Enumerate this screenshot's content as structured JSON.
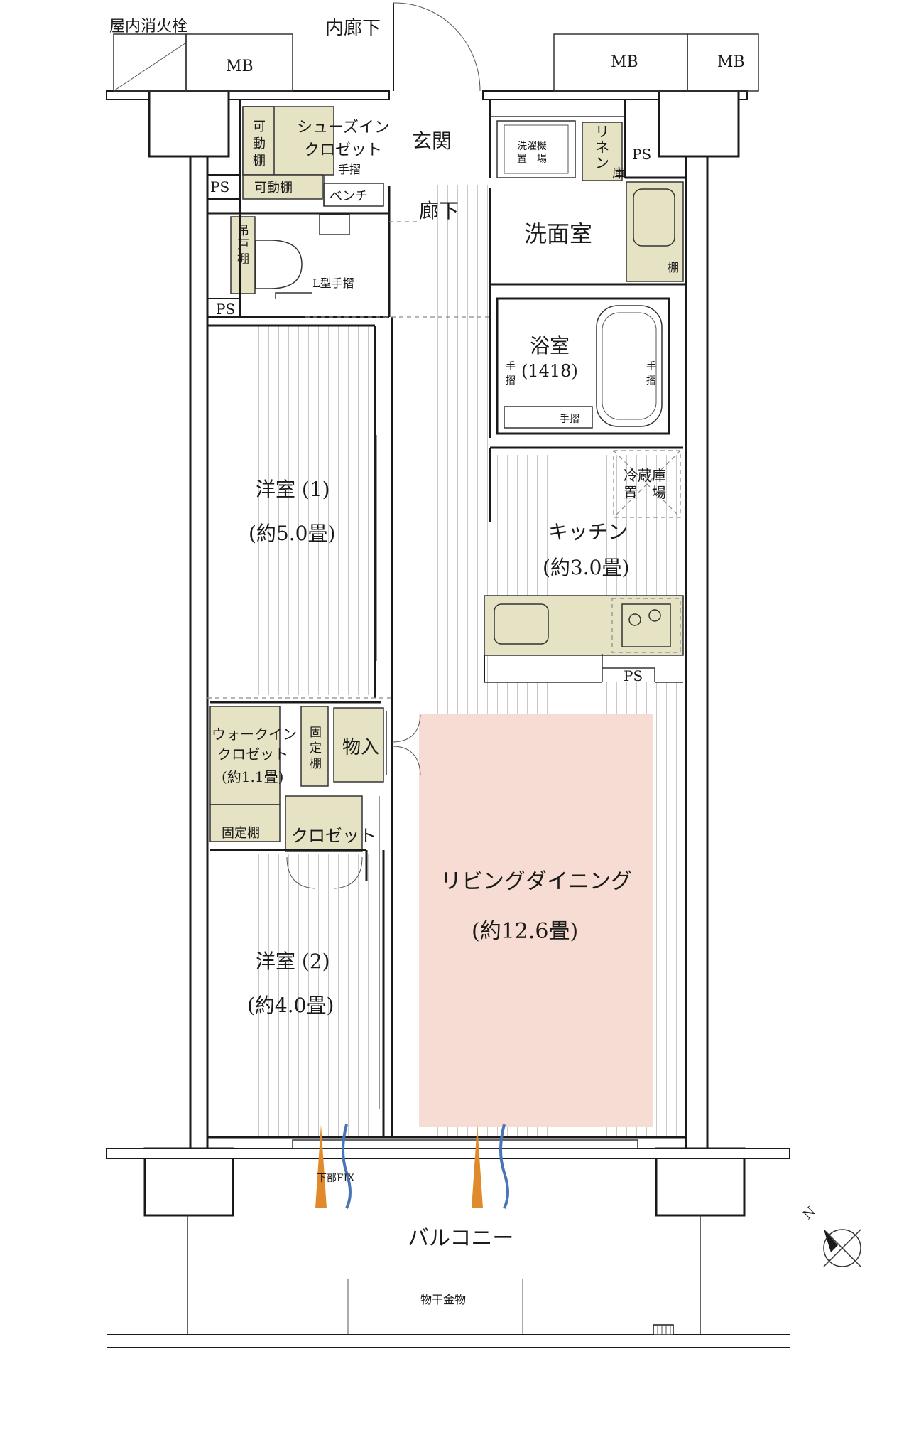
{
  "labels": {
    "hydrant": "屋内消火栓",
    "inner_corridor": "内廊下",
    "mb": "MB",
    "ps": "PS",
    "shoes_closet_line1": "シューズイン",
    "shoes_closet_line2": "クロゼット",
    "movable_shelf_vertical": "可\n動\n棚",
    "movable_shelf": "可動棚",
    "handrail": "手摺",
    "handrail_vertical": "手\n摺",
    "bench": "ベンチ",
    "genkan": "玄関",
    "rouka": "廊下",
    "washer_line1": "洗濯機",
    "washer_line2": "置　場",
    "linen": "リネン庫",
    "senmen": "洗面室",
    "shelf": "棚",
    "hanging_shelf": "吊戸棚",
    "l_handrail": "L型手摺",
    "bath_name": "浴室",
    "bath_size": "(1418)",
    "fridge_line1": "冷蔵庫",
    "fridge_line2": "置　場",
    "kitchen_name": "キッチン",
    "kitchen_size": "(約3.0畳)",
    "room1_name": "洋室 (1)",
    "room1_size": "(約5.0畳)",
    "wic_line1": "ウォークイン",
    "wic_line2": "クロゼット",
    "wic_size": "(約1.1畳)",
    "fixed_shelf_vertical": "固\n定\n棚",
    "fixed_shelf": "固定棚",
    "storage": "物入",
    "closet": "クロゼット",
    "living_name": "リビングダイニング",
    "living_size": "(約12.6畳)",
    "room2_name": "洋室 (2)",
    "room2_size": "(約4.0畳)",
    "fix_note": "下部FIX",
    "balcony": "バルコニー",
    "laundry_pole": "物干金物",
    "north": "N"
  },
  "colors": {
    "wall": "#1a1a1a",
    "storage_fill": "#e6e2c4",
    "living_highlight": "#f6dcd2",
    "airflow_warm": "#e08a2c",
    "airflow_cool": "#4a74b8"
  }
}
